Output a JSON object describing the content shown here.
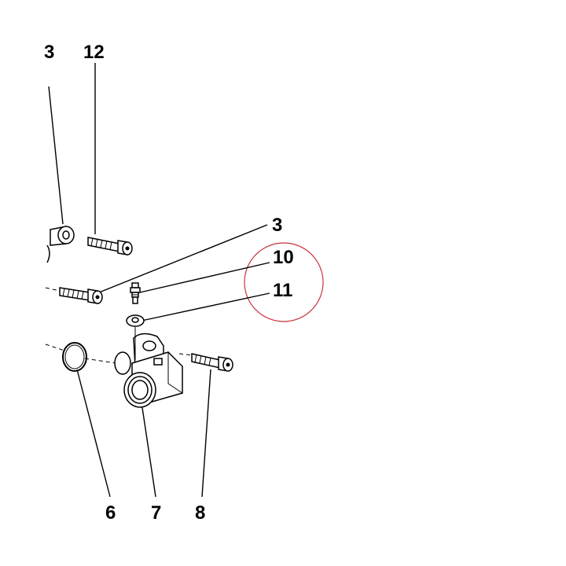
{
  "callouts": {
    "bolt_top_left": "3",
    "bolt_top": "12",
    "bolt_middle": "3",
    "nipple": "10",
    "washer": "11",
    "o_ring": "6",
    "housing": "7",
    "bolt_right": "8"
  },
  "highlight_color": "#c8323c",
  "line_color": "#000000"
}
